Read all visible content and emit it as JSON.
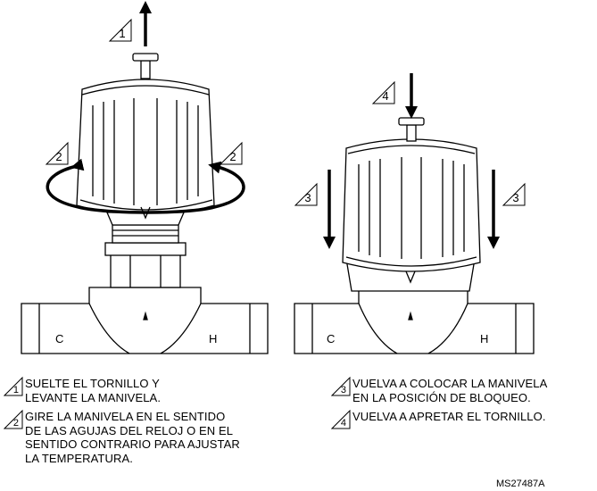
{
  "steps": [
    {
      "num": "1",
      "text": "SUELTE EL TORNILLO Y\nLEVANTE LA MANIVELA."
    },
    {
      "num": "2",
      "text": "GIRE LA MANIVELA EN EL SENTIDO\nDE LAS AGUJAS DEL RELOJ O EN EL\nSENTIDO CONTRARIO PARA AJUSTAR\nLA TEMPERATURA."
    },
    {
      "num": "3",
      "text": "VUELVA A COLOCAR LA MANIVELA\nEN LA POSICIÓN DE BLOQUEO."
    },
    {
      "num": "4",
      "text": "VUELVA A APRETAR EL TORNILLO."
    }
  ],
  "port_labels": {
    "cold": "C",
    "hot": "H"
  },
  "figure_code": "MS27487A"
}
